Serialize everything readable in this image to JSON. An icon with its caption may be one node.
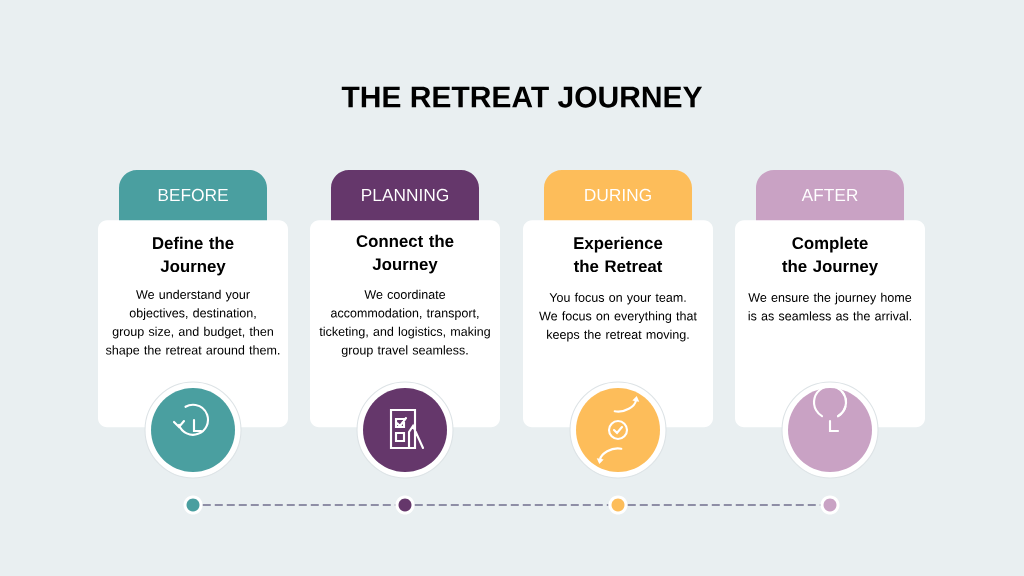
{
  "diagram": {
    "title": "THE RETREAT JOURNEY",
    "nodes": [
      {
        "text": [
          "BEFORE"
        ]
      },
      {
        "text": [
          "Define the Journey",
          "We understand your objectives, destination, group size, and budget, then shape the retreat around them."
        ]
      },
      {
        "text": [
          "PLANNING"
        ]
      },
      {
        "text": [
          "Connect the Journey",
          "We coordinate accommodation, transport, ticketing, and logistics, making group travel seamless."
        ]
      },
      {
        "text": [
          "DURING"
        ]
      },
      {
        "text": [
          "Experience the Retreat",
          "You focus on your team. We focus on everything that keeps the retreat moving."
        ]
      },
      {
        "text": [
          "AFTER"
        ]
      },
      {
        "text": [
          "Complete the Journey",
          "We ensure the journey home is as seamless as the arrival."
        ]
      },
      {
        "text": [],
        "shape": "circle"
      },
      {
        "text": [],
        "shape": "circle"
      },
      {
        "text": [],
        "shape": "circle"
      },
      {
        "text": [],
        "shape": "circle"
      }
    ],
    "edges": [
      {
        "from": 8,
        "to": 9,
        "arrow": "none",
        "style": "dashed"
      },
      {
        "from": 9,
        "to": 10,
        "arrow": "none",
        "style": "dashed"
      },
      {
        "from": 10,
        "to": 11,
        "arrow": "none",
        "style": "dashed"
      }
    ]
  }
}
